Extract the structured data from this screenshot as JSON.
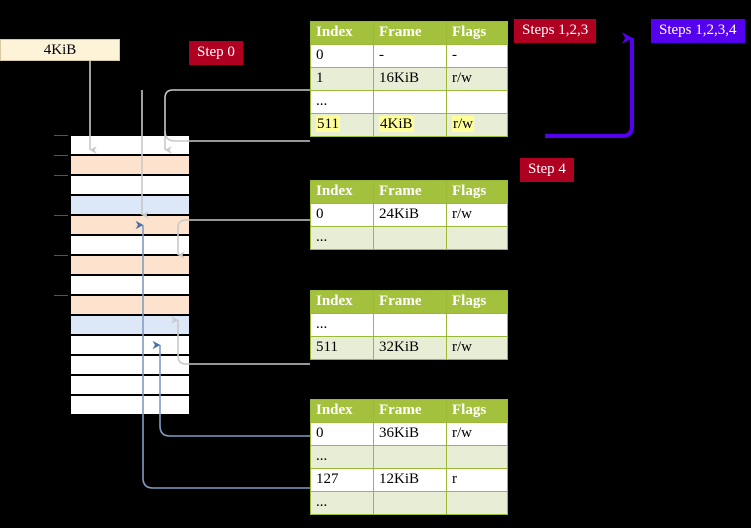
{
  "labels": {
    "size_box": "4KiB",
    "step0": "Step 0",
    "steps123": "Steps 1,2,3",
    "steps1234": "Steps 1,2,3,4",
    "step4": "Step 4"
  },
  "colors": {
    "badge_red": "#b00022",
    "badge_purple": "#5500ee",
    "table_header": "#a3c13c",
    "table_row_tint": "#e8eed5",
    "highlight": "#ffff99",
    "mem_orange": "#fde3cd",
    "mem_blue": "#dce8f7",
    "size_box_bg": "#fdf3d8",
    "connector_gray": "#c9c9c9",
    "connector_blue": "#7f9dc4"
  },
  "columns": [
    "Index",
    "Frame",
    "Flags"
  ],
  "tables": [
    {
      "name": "pml4-table",
      "rows": [
        {
          "index": "0",
          "frame": "-",
          "flags": "-",
          "tint": false,
          "highlight": false
        },
        {
          "index": "1",
          "frame": "16KiB",
          "flags": "r/w",
          "tint": true,
          "highlight": false
        },
        {
          "index": "...",
          "frame": "",
          "flags": "",
          "tint": false,
          "highlight": false
        },
        {
          "index": "511",
          "frame": "4KiB",
          "flags": "r/w",
          "tint": true,
          "highlight": true
        }
      ]
    },
    {
      "name": "pdpt-table",
      "rows": [
        {
          "index": "0",
          "frame": "24KiB",
          "flags": "r/w",
          "tint": false,
          "highlight": false
        },
        {
          "index": "...",
          "frame": "",
          "flags": "",
          "tint": true,
          "highlight": false
        }
      ]
    },
    {
      "name": "pd-table",
      "rows": [
        {
          "index": "...",
          "frame": "",
          "flags": "",
          "tint": false,
          "highlight": false
        },
        {
          "index": "511",
          "frame": "32KiB",
          "flags": "r/w",
          "tint": true,
          "highlight": false
        }
      ]
    },
    {
      "name": "pt-table",
      "rows": [
        {
          "index": "0",
          "frame": "36KiB",
          "flags": "r/w",
          "tint": false,
          "highlight": false
        },
        {
          "index": "...",
          "frame": "",
          "flags": "",
          "tint": true,
          "highlight": false
        },
        {
          "index": "127",
          "frame": "12KiB",
          "flags": "r",
          "tint": false,
          "highlight": false
        },
        {
          "index": "...",
          "frame": "",
          "flags": "",
          "tint": true,
          "highlight": false
        }
      ]
    }
  ],
  "memory_rows": [
    {
      "fill": "white",
      "tick": true
    },
    {
      "fill": "orange",
      "tick": true
    },
    {
      "fill": "white",
      "tick": true
    },
    {
      "fill": "blue",
      "tick": false
    },
    {
      "fill": "orange",
      "tick": true
    },
    {
      "fill": "white",
      "tick": false
    },
    {
      "fill": "orange",
      "tick": true
    },
    {
      "fill": "white",
      "tick": false
    },
    {
      "fill": "orange",
      "tick": true
    },
    {
      "fill": "blue",
      "tick": false
    },
    {
      "fill": "white",
      "tick": false
    },
    {
      "fill": "white",
      "tick": false
    },
    {
      "fill": "white",
      "tick": false
    },
    {
      "fill": "white",
      "tick": false
    }
  ]
}
